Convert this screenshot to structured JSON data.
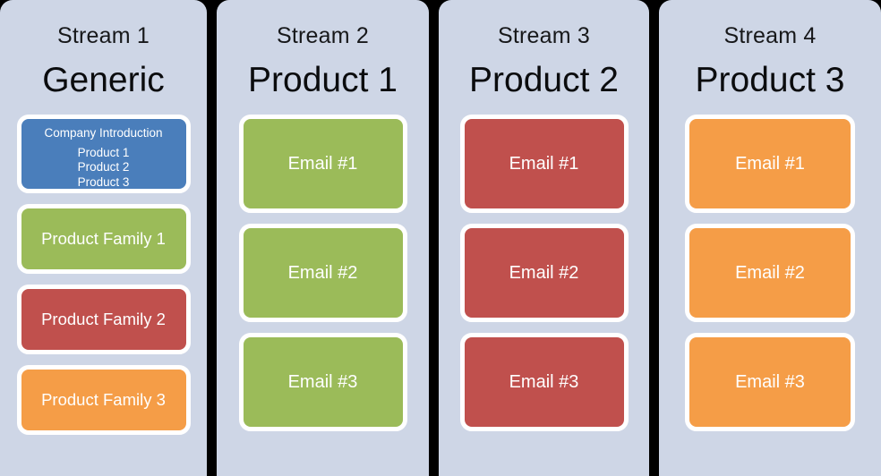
{
  "diagram": {
    "background_color": "#f6f4ee",
    "panel_color": "#ced6e6",
    "divider_color": "#000000",
    "palette": {
      "blue": "#4a7ebb",
      "green": "#9bbb59",
      "red": "#c0504d",
      "orange": "#f59d47",
      "card_border": "#ffffff",
      "text_dark": "#0b0c0e",
      "text_light": "#ffffff"
    },
    "streams": [
      {
        "label": "Stream 1",
        "title": "Generic",
        "cards": [
          {
            "kind": "intro",
            "color": "blue",
            "heading": "Company Introduction",
            "items": [
              "Product 1",
              "Product 2",
              "Product 3"
            ]
          },
          {
            "kind": "simple",
            "color": "green",
            "text": "Product Family 1"
          },
          {
            "kind": "simple",
            "color": "red",
            "text": "Product Family 2"
          },
          {
            "kind": "simple",
            "color": "orange",
            "text": "Product Family 3"
          }
        ]
      },
      {
        "label": "Stream 2",
        "title": "Product 1",
        "cards": [
          {
            "kind": "simple",
            "color": "green",
            "text": "Email #1"
          },
          {
            "kind": "simple",
            "color": "green",
            "text": "Email #2"
          },
          {
            "kind": "simple",
            "color": "green",
            "text": "Email #3"
          }
        ]
      },
      {
        "label": "Stream 3",
        "title": "Product 2",
        "cards": [
          {
            "kind": "simple",
            "color": "red",
            "text": "Email #1"
          },
          {
            "kind": "simple",
            "color": "red",
            "text": "Email #2"
          },
          {
            "kind": "simple",
            "color": "red",
            "text": "Email #3"
          }
        ]
      },
      {
        "label": "Stream 4",
        "title": "Product 3",
        "cards": [
          {
            "kind": "simple",
            "color": "orange",
            "text": "Email #1"
          },
          {
            "kind": "simple",
            "color": "orange",
            "text": "Email #2"
          },
          {
            "kind": "simple",
            "color": "orange",
            "text": "Email #3"
          }
        ]
      }
    ]
  }
}
